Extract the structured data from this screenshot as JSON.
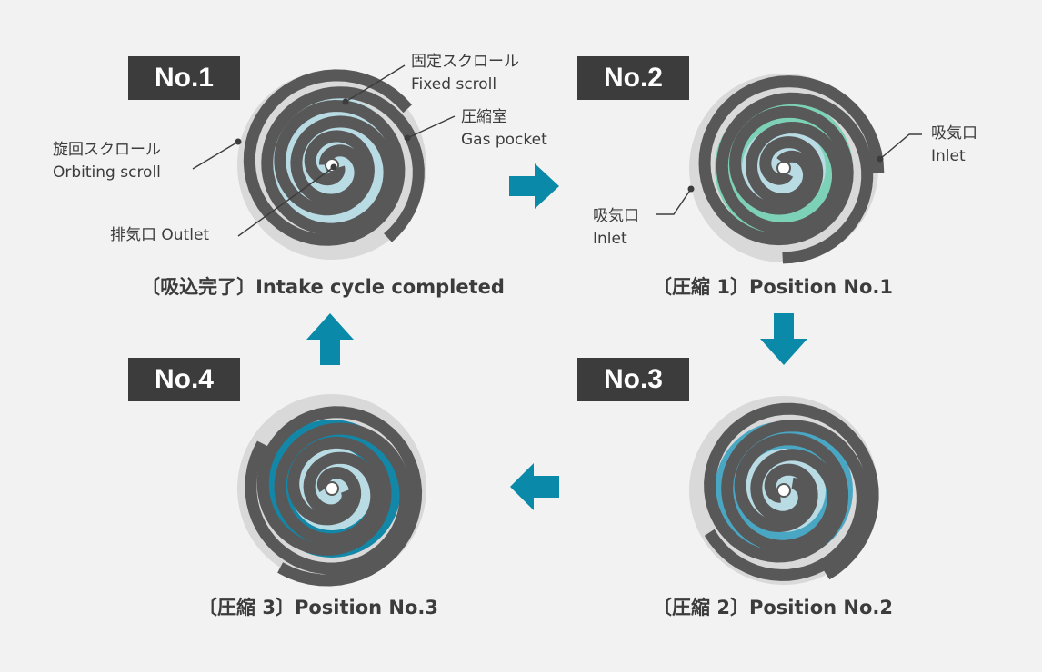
{
  "colors": {
    "background": "#f2f2f2",
    "scroll": "#585858",
    "shell": "#d9d9d9",
    "center_pocket": "#b9dbe4",
    "pocket_intake": "#b9dbe4",
    "pocket_position1": "#7dd1b6",
    "pocket_position2": "#4aa7c4",
    "pocket_position3": "#1287a8",
    "arrow": "#0b89a8",
    "badge": "#3c3c3c",
    "text": "#3c3c3c"
  },
  "stages": [
    {
      "badge": "No.1",
      "caption": "〔吸込完了〕Intake cycle completed",
      "pocket_color": "#b9dbe4"
    },
    {
      "badge": "No.2",
      "caption": "〔圧縮 1〕Position No.1",
      "pocket_color": "#7dd1b6"
    },
    {
      "badge": "No.3",
      "caption": "〔圧縮 2〕Position No.2",
      "pocket_color": "#4aa7c4"
    },
    {
      "badge": "No.4",
      "caption": "〔圧縮 3〕Position No.3",
      "pocket_color": "#1287a8"
    }
  ],
  "labels": {
    "fixed_scroll": {
      "jp": "固定スクロール",
      "en": "Fixed scroll"
    },
    "gas_pocket": {
      "jp": "圧縮室",
      "en": "Gas pocket"
    },
    "orbiting_scroll": {
      "jp": "旋回スクロール",
      "en": "Orbiting scroll"
    },
    "outlet": "排気口 Outlet",
    "inlet_right": {
      "jp": "吸気口",
      "en": "Inlet"
    },
    "inlet_left": {
      "jp": "吸気口",
      "en": "Inlet"
    }
  },
  "arrows": [
    {
      "from": "No.1",
      "to": "No.2",
      "direction": "right"
    },
    {
      "from": "No.2",
      "to": "No.3",
      "direction": "down"
    },
    {
      "from": "No.3",
      "to": "No.4",
      "direction": "left"
    },
    {
      "from": "No.4",
      "to": "No.1",
      "direction": "up"
    }
  ]
}
